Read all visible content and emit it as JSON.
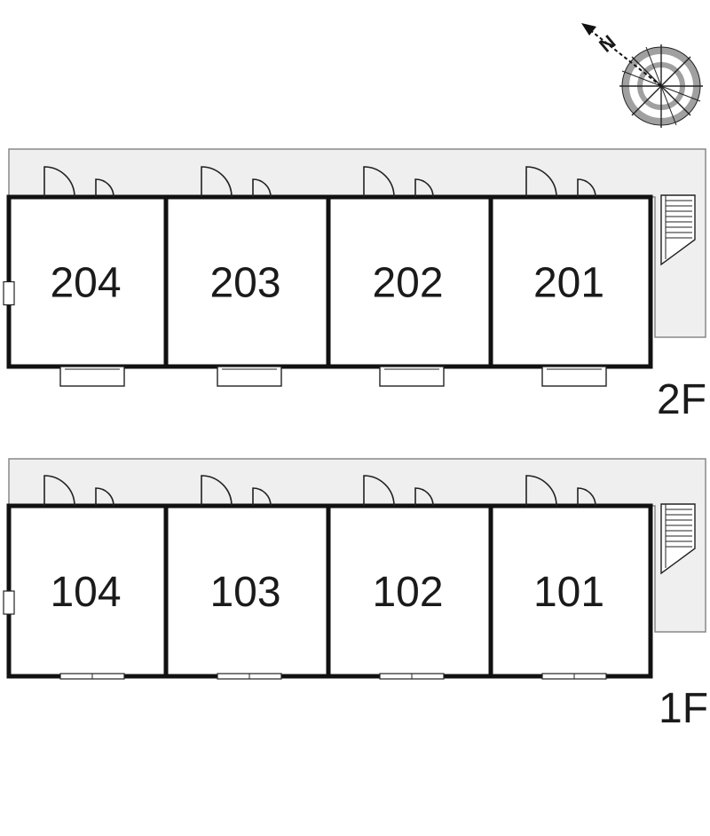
{
  "compass": {
    "north_label": "N"
  },
  "floors": [
    {
      "id": "floor-2",
      "label": "2F",
      "rooms": [
        "204",
        "203",
        "202",
        "201"
      ]
    },
    {
      "id": "floor-1",
      "label": "1F",
      "rooms": [
        "104",
        "103",
        "102",
        "101"
      ]
    }
  ],
  "colors": {
    "walkway": "#efefef",
    "wall": "#111111",
    "outline": "#888888",
    "compass_ring": "#a0a0a0"
  }
}
